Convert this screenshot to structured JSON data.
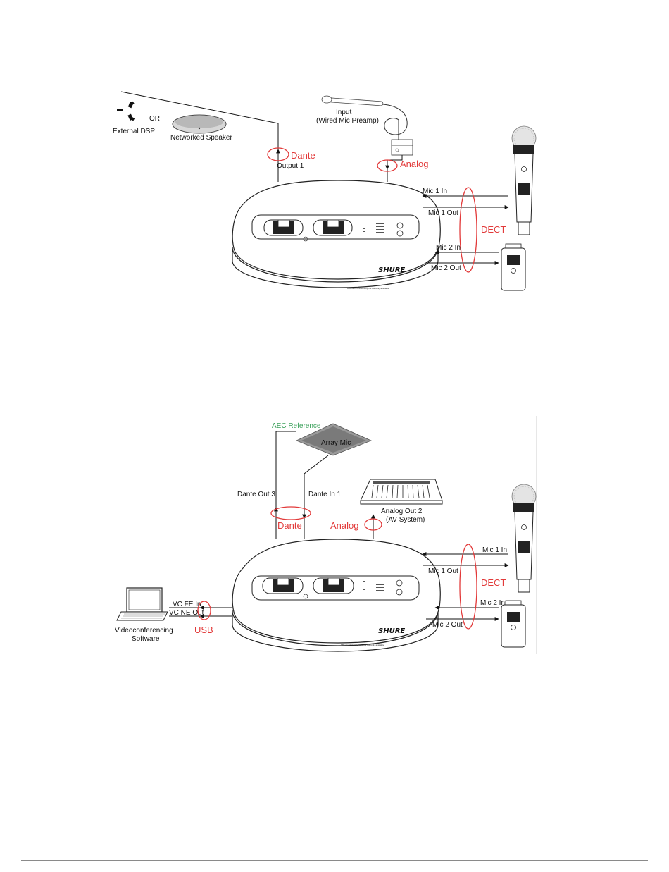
{
  "diagram1": {
    "external_dsp": "External DSP",
    "or": "OR",
    "networked_speaker": "Networked Speaker",
    "input_line1": "Input",
    "input_line2": "(Wired Mic Preamp)",
    "dante": "Dante",
    "output1": "Output 1",
    "analog": "Analog",
    "mic1_in": "Mic 1 In",
    "mic1_out": "Mic 1 Out",
    "dect": "DECT",
    "mic2_in": "Mic 2 In",
    "mic2_out": "Mic 2 Out",
    "brand": "SHURE",
    "footnote": "* Bluetooth functionality not currently available."
  },
  "diagram2": {
    "aec_reference": "AEC Reference",
    "array_mic": "Array Mic",
    "dante_out3": "Dante Out 3",
    "dante_in1": "Dante In 1",
    "dante": "Dante",
    "analog": "Analog",
    "analog_out2_line1": "Analog Out 2",
    "analog_out2_line2": "(AV System)",
    "mic1_in": "Mic 1 In",
    "mic1_out": "Mic 1 Out",
    "dect": "DECT",
    "mic2_in": "Mic 2 In",
    "mic2_out": "Mic 2 Out",
    "vc_fe_in": "VC FE In",
    "vc_ne_out": "VC NE Out",
    "usb": "USB",
    "vc_software_line1": "Videoconferencing",
    "vc_software_line2": "Software",
    "brand": "SHURE",
    "footnote": "* Bluetooth functionality not currently available."
  },
  "colors": {
    "accent_red": "#e23a3a",
    "aec_green": "#3aa05a",
    "rule_gray": "#8a8a8a"
  }
}
